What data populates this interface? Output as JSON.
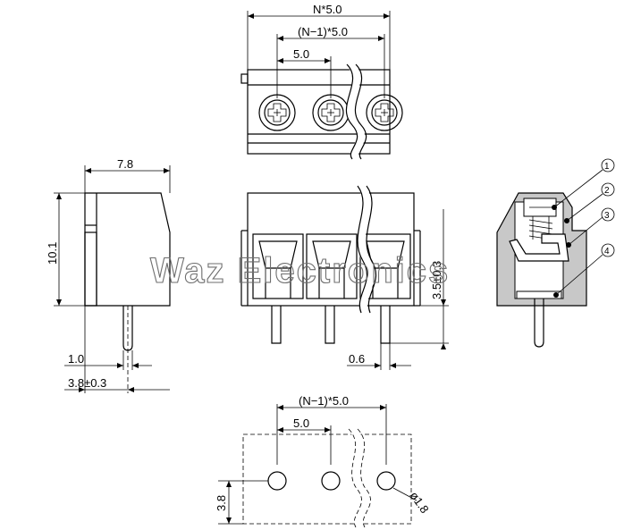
{
  "watermark": "Waz Electronics",
  "top_view": {
    "dim_total": "N*5.0",
    "dim_span": "(N−1)*5.0",
    "dim_pitch": "5.0"
  },
  "side_view": {
    "dim_depth": "7.8",
    "dim_height": "10.1",
    "dim_pin": "1.0",
    "dim_pin_offset": "3.8±0.3"
  },
  "front_view": {
    "dim_pin_length": "3.5±0.3",
    "dim_pin_width": "0.6"
  },
  "section_view": {
    "callouts": [
      "①",
      "②",
      "③",
      "④"
    ]
  },
  "pcb_layout": {
    "dim_span": "(N−1)*5.0",
    "dim_pitch": "5.0",
    "dim_row": "3.8",
    "dim_hole": "ø1.8"
  }
}
